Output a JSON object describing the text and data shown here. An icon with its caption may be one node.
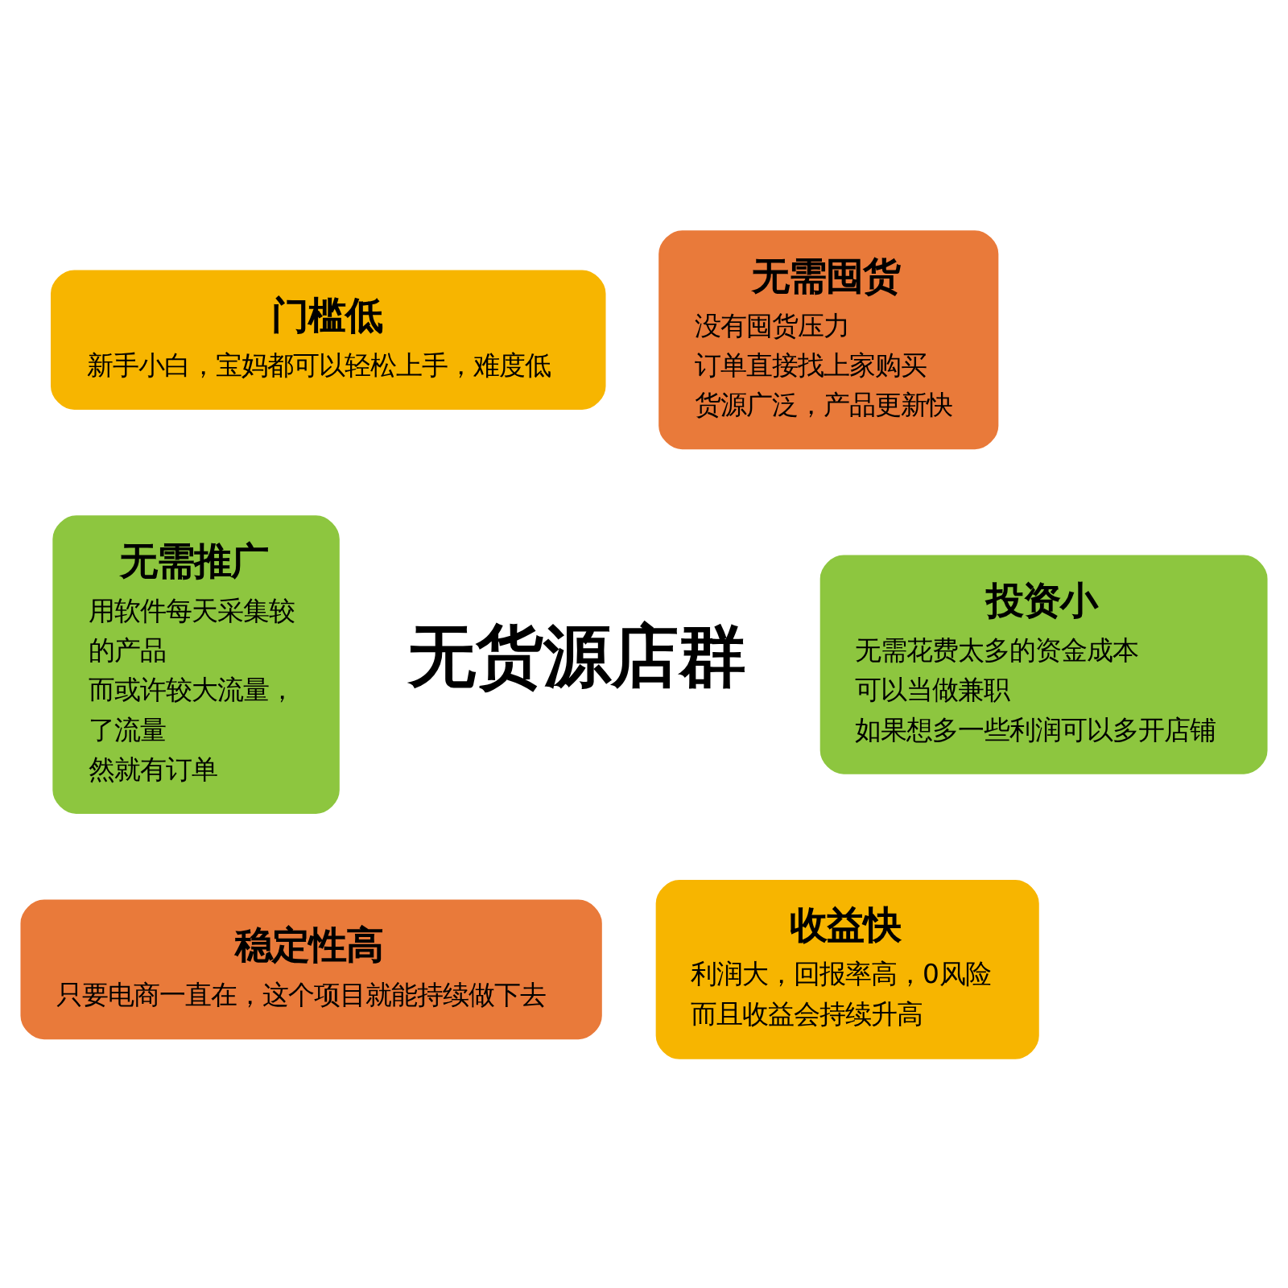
{
  "diagram": {
    "nodes": [
      {
        "text": [
          "无货源店群"
        ]
      },
      {
        "text": [
          "门槛低",
          "新手小白，宝妈都可以轻松上手，难度低"
        ]
      },
      {
        "text": [
          "无需囤货",
          "没有囤货压力",
          "订单直接找上家购买",
          "货源广泛，产品更新快"
        ]
      },
      {
        "text": [
          "无需推广",
          "用软件每天采集较",
          "的产品",
          "而或许较大流量，",
          "了流量",
          "然就有订单"
        ]
      },
      {
        "text": [
          "投资小",
          "无需花费太多的资金成本",
          "可以当做兼职",
          "如果想多一些利润可以多开店铺"
        ]
      },
      {
        "text": [
          "稳定性高",
          "只要电商一直在，这个项目就能持续做下去"
        ]
      },
      {
        "text": [
          "收益快",
          "利润大，回报率高，0风险",
          "而且收益会持续升高"
        ]
      }
    ],
    "edges": []
  }
}
